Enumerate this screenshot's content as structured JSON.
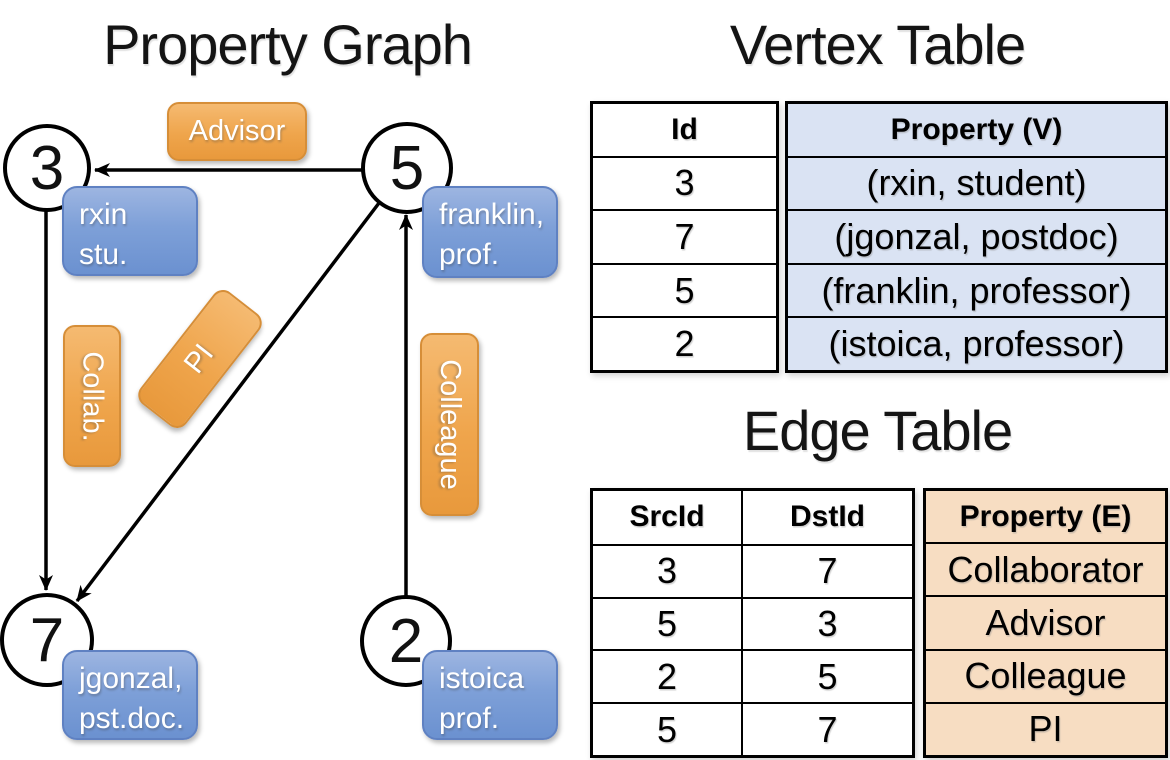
{
  "graph": {
    "title": "Property Graph",
    "nodes": {
      "n3": {
        "id": "3",
        "line1": "rxin",
        "line2": "stu."
      },
      "n5": {
        "id": "5",
        "line1": "franklin,",
        "line2": "prof."
      },
      "n7": {
        "id": "7",
        "line1": "jgonzal,",
        "line2": "pst.doc."
      },
      "n2": {
        "id": "2",
        "line1": "istoica",
        "line2": "prof."
      }
    },
    "edge_labels": {
      "advisor": "Advisor",
      "collab": "Collab.",
      "pi": "PI",
      "colleague": "Colleague"
    }
  },
  "vertex_table": {
    "title": "Vertex Table",
    "headers": {
      "id": "Id",
      "property": "Property (V)"
    },
    "rows": [
      {
        "id": "3",
        "property": "(rxin, student)"
      },
      {
        "id": "7",
        "property": "(jgonzal, postdoc)"
      },
      {
        "id": "5",
        "property": "(franklin, professor)"
      },
      {
        "id": "2",
        "property": "(istoica, professor)"
      }
    ]
  },
  "edge_table": {
    "title": "Edge Table",
    "headers": {
      "src": "SrcId",
      "dst": "DstId",
      "property": "Property (E)"
    },
    "rows": [
      {
        "src": "3",
        "dst": "7",
        "property": "Collaborator"
      },
      {
        "src": "5",
        "dst": "3",
        "property": "Advisor"
      },
      {
        "src": "2",
        "dst": "5",
        "property": "Colleague"
      },
      {
        "src": "5",
        "dst": "7",
        "property": "PI"
      }
    ]
  },
  "colors": {
    "edge_label_fill": "#EFA54C",
    "vertex_label_fill": "#7EA0D8",
    "vertex_property_bg": "#DAE3F3",
    "edge_property_bg": "#F7DDC2",
    "line_color": "#000000"
  }
}
